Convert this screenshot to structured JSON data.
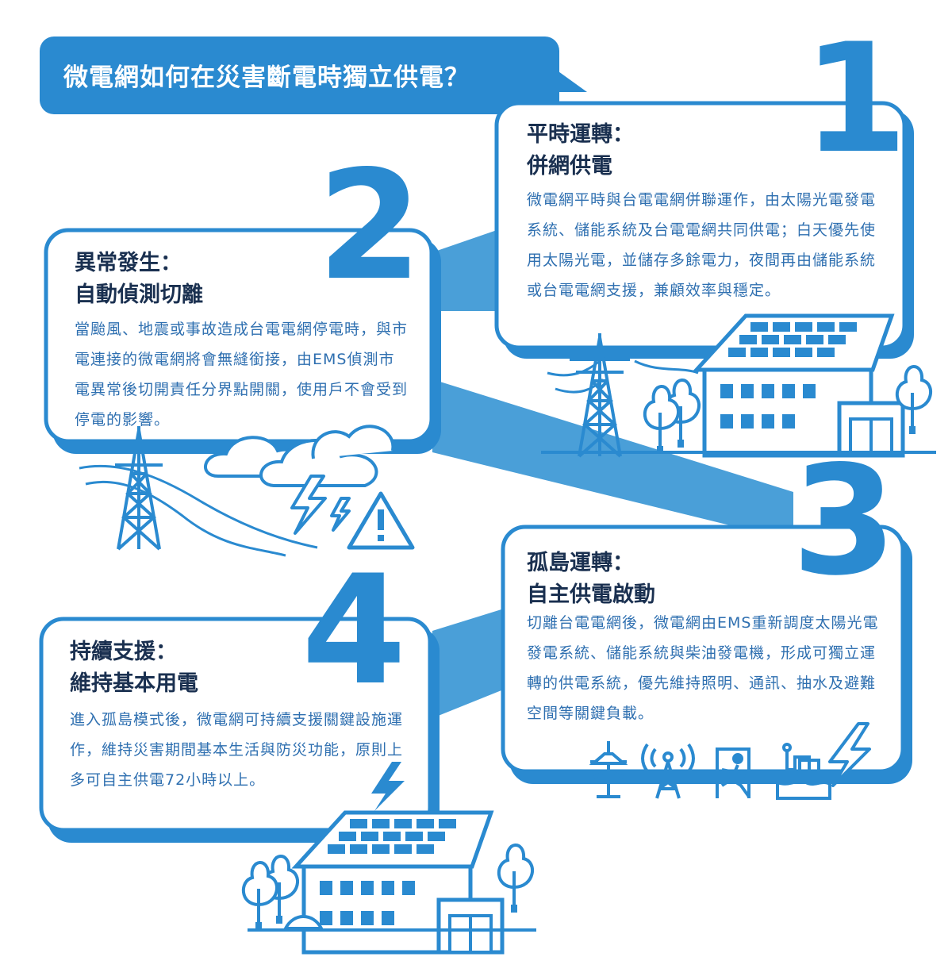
{
  "title": "微電網如何在災害斷電時獨立供電？",
  "steps": [
    {
      "number": "1",
      "title_line1": "平時運轉：",
      "title_line2": "併網供電",
      "body": "微電網平時與台電電網併聯運作，由太陽光電發電系統、儲能系統及台電電網共同供電；白天優先使用太陽光電，並儲存多餘電力，夜間再由儲能系統或台電電網支援，兼顧效率與穩定。"
    },
    {
      "number": "2",
      "title_line1": "異常發生：",
      "title_line2": "自動偵測切離",
      "body": "當颱風、地震或事故造成台電電網停電時，與市電連接的微電網將會無縫銜接，由EMS偵測市電異常後切開責任分界點開關，使用戶不會受到停電的影響。"
    },
    {
      "number": "3",
      "title_line1": "孤島運轉：",
      "title_line2": "自主供電啟動",
      "body": "切離台電電網後，微電網由EMS重新調度太陽光電發電系統、儲能系統與柴油發電機，形成可獨立運轉的供電系統，優先維持照明、通訊、抽水及避難空間等關鍵負載。"
    },
    {
      "number": "4",
      "title_line1": "持續支援：",
      "title_line2": "維持基本用電",
      "body": "進入孤島模式後，微電網可持續支援關鍵設施運作，維持災害期間基本生活與防災功能，原則上多可自主供電72小時以上。"
    }
  ],
  "colors": {
    "primary": "#2a8ad0",
    "connector": "#4a9fd8",
    "title_text": "#1a3050",
    "body_text": "#2e6fb0",
    "background": "#ffffff"
  },
  "icons": [
    "transmission-tower-icon",
    "house-solar-icon",
    "tree-icon",
    "storm-cloud-icon",
    "lightning-icon",
    "warning-icon",
    "street-lamp-icon",
    "radio-tower-icon",
    "emergency-exit-icon",
    "water-pump-icon"
  ]
}
